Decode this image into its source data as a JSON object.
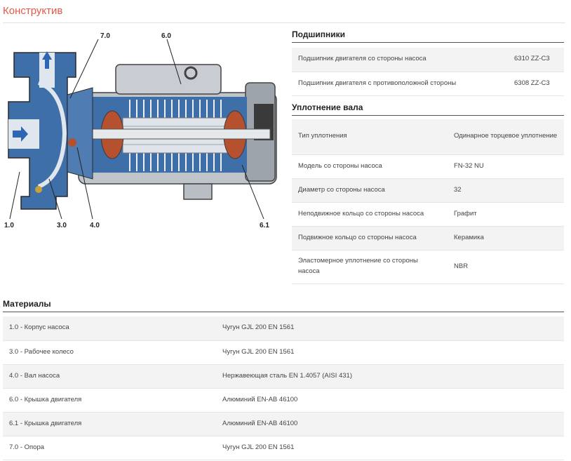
{
  "page": {
    "title": "Конструктив"
  },
  "diagram": {
    "labels": {
      "l10": "1.0",
      "l30": "3.0",
      "l40": "4.0",
      "l60": "6.0",
      "l61": "6.1",
      "l70": "7.0"
    },
    "colors": {
      "casing": "#3f6fa8",
      "motor": "#c8ccd2",
      "dark": "#3a3a3a",
      "accent": "#b5512e"
    }
  },
  "bearings": {
    "title": "Подшипники",
    "rows": [
      {
        "label": "Подшипник двигателя со стороны насоса",
        "value": "6310 ZZ-C3"
      },
      {
        "label": "Подшипник двигателя с противоположной стороны",
        "value": "6308 ZZ-C3"
      }
    ]
  },
  "seal": {
    "title": "Уплотнение вала",
    "rows": [
      {
        "label": "Тип уплотнения",
        "value": "Одинарное торцевое уплотнение"
      },
      {
        "label": "Модель со стороны насоса",
        "value": "FN-32 NU"
      },
      {
        "label": "Диаметр со стороны насоса",
        "value": "32"
      },
      {
        "label": "Неподвижное кольцо со стороны насоса",
        "value": "Графит"
      },
      {
        "label": "Подвижное кольцо со стороны насоса",
        "value": "Керамика"
      },
      {
        "label": "Эластомерное уплотнение со стороны насоса",
        "value": "NBR"
      }
    ]
  },
  "materials": {
    "title": "Материалы",
    "rows": [
      {
        "label": "1.0 - Корпус насоса",
        "value": "Чугун GJL 200 EN 1561"
      },
      {
        "label": "3.0 - Рабочее колесо",
        "value": "Чугун GJL 200 EN 1561"
      },
      {
        "label": "4.0 - Вал насоса",
        "value": "Нержавеющая сталь EN 1.4057 (AISI 431)"
      },
      {
        "label": "6.0 - Крышка двигателя",
        "value": "Алюминий EN-AB 46100"
      },
      {
        "label": "6.1 - Крышка двигателя",
        "value": "Алюминий EN-AB 46100"
      },
      {
        "label": "7.0 - Опора",
        "value": "Чугун GJL 200 EN 1561"
      }
    ]
  }
}
